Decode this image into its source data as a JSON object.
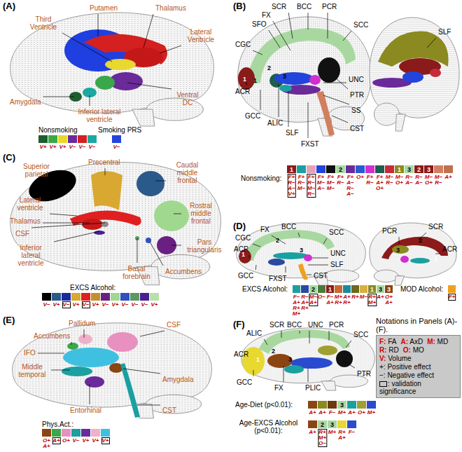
{
  "diagram": {
    "nodes": [
      {
        "text": [
          "Notations in Panels (A)-(F).",
          "F: FA",
          "A: AxD",
          "M: MD",
          "R: RD",
          "O: MO",
          "V: Volume",
          "+: Positive effect",
          "−: Negative effect",
          ": validation significance"
        ]
      }
    ],
    "labels": [
      "(A)",
      "Putamen",
      "Third Ventricle",
      "Thalamus",
      "Lateral Ventricle",
      "Amygdala",
      "Inferior lateral ventricle",
      "Ventral DC",
      "Nonsmoking",
      "Smoking PRS",
      "(B)",
      "SCR",
      "BCC",
      "PCR",
      "FX",
      "SFO",
      "CGC",
      "SCC",
      "ACR",
      "GCC",
      "ALIC",
      "SLF",
      "UNC",
      "PTR",
      "SS",
      "CST",
      "FXST",
      "SLF",
      "1",
      "1",
      "2",
      "3",
      "Nonsmoking:",
      "1",
      "2",
      "1",
      "3",
      "2",
      "3",
      "(C)",
      "Superior parietal",
      "Precentral",
      "Caudal middle frontal",
      "Rostral middle frontal",
      "Pars triangularis",
      "Accumbens",
      "Basal forebrain",
      "Lateral ventricle",
      "Thalamus",
      "CSF",
      "Inferior lateral ventricle",
      "EXCS Alcohol:",
      "(D)",
      "FX",
      "BCC",
      "SCC",
      "CGC",
      "ACR",
      "UNC",
      "SLF",
      "GCC",
      "FXST",
      "CST",
      "SCR",
      "PCR",
      "ACR",
      "1",
      "2",
      "3",
      "3",
      "2",
      "1",
      "EXCS Alcohol:",
      "MOD Alcohol:",
      "2",
      "1",
      "1",
      "3",
      "3",
      "(E)",
      "Pallidum",
      "CSF",
      "Accumbens",
      "IFO",
      "Middle temporal",
      "Entorhinal",
      "Amygdala",
      "CST",
      "Phys.Act.:",
      "(F)",
      "ALIC",
      "SCR",
      "BCC",
      "UNC",
      "PCR",
      "SCC",
      "ACR",
      "GCC",
      "FX",
      "PLIC",
      "PTR",
      "1",
      "2",
      "3",
      "Age-Diet (p<0.01):",
      "Age-EXCS Alcohol (p<0.01):",
      "3",
      "2",
      "3"
    ],
    "legend": [
      {
        "text": "V+",
        "color": "#1d5e2e"
      },
      {
        "text": "V+",
        "color": "#3aa84a"
      },
      {
        "text": "V+",
        "color": "#e8d830"
      },
      {
        "text": "V−",
        "color": "#6a2a9a"
      },
      {
        "text": "V−",
        "color": "#d42020"
      },
      {
        "text": "V−",
        "color": "#1aa8a0"
      },
      {
        "text": "V−",
        "color": "#2244dd"
      },
      {
        "text": "F+ R− A− V+",
        "color": "#8b1a1a"
      },
      {
        "text": "F+ R− M−",
        "color": "#1aa0a0"
      },
      {
        "text": "F+ R− M− R−",
        "color": "#e8a0b8"
      },
      {
        "text": "F+ M− A−",
        "color": "#2244dd"
      },
      {
        "text": "F+ M− M−",
        "color": "#111111"
      },
      {
        "text": "F+ R−",
        "color": "#a8d8a0"
      },
      {
        "text": "F+ A− R− A−",
        "color": "#6a2a9a"
      },
      {
        "text": "O+",
        "color": "#2a5ad0"
      },
      {
        "text": "F+ R−",
        "color": "#d030d0"
      },
      {
        "text": "F+ A+ O+",
        "color": "#1d5e4e"
      },
      {
        "text": "M− R−",
        "color": "#c82a3a"
      },
      {
        "text": "M− O+",
        "color": "#8a8a20"
      },
      {
        "text": "R− A−",
        "color": "#a8d8a0"
      },
      {
        "text": "R− A−",
        "color": "#8b1a1a"
      },
      {
        "text": "M− O+",
        "color": "#8b1a1a"
      },
      {
        "text": "M− R−",
        "color": "#d08060"
      },
      {
        "text": "A+",
        "color": "#c07050"
      },
      {
        "text": "V−",
        "color": "#000000"
      },
      {
        "text": "V+",
        "color": "#2a5a8a"
      },
      {
        "text": "V−",
        "color": "#1a2a9a"
      },
      {
        "text": "V+",
        "color": "#d8a830"
      },
      {
        "text": "V−",
        "color": "#e02020"
      },
      {
        "text": "V+",
        "color": "#c09030"
      },
      {
        "text": "V−",
        "color": "#6a2080"
      },
      {
        "text": "V+",
        "color": "#a0d890"
      },
      {
        "text": "V−",
        "color": "#3050c0"
      },
      {
        "text": "V−",
        "color": "#5a9a60"
      },
      {
        "text": "V−",
        "color": "#4a2090"
      },
      {
        "text": "V+",
        "color": "#b8e0a8"
      },
      {
        "text": "F− A+ R+ M+",
        "color": "#1aa0a0"
      },
      {
        "text": "R− A+ R+",
        "color": "#2a4aa0"
      },
      {
        "text": "M− A+",
        "color": "#a8d8a0"
      },
      {
        "text": "O−",
        "color": "#4a7a3a"
      },
      {
        "text": "F− A+",
        "color": "#8b1a1a"
      },
      {
        "text": "M+ R+",
        "color": "#c86a30"
      },
      {
        "text": "A+ R+",
        "color": "#1a8a9a"
      },
      {
        "text": "R+",
        "color": "#6a6a20"
      },
      {
        "text": "M−",
        "color": "#d8b040"
      },
      {
        "text": "R+ M+",
        "color": "#8a8a20"
      },
      {
        "text": "A+",
        "color": "#a8d8a0"
      },
      {
        "text": "O+ A+",
        "color": "#8b4513"
      },
      {
        "text": "F+",
        "color": "#f0a020"
      },
      {
        "text": "O+ A+",
        "color": "#8b4513"
      },
      {
        "text": "A+",
        "color": "#3aa84a"
      },
      {
        "text": "O+",
        "color": "#e890c0"
      },
      {
        "text": "V−",
        "color": "#1aa0a0"
      },
      {
        "text": "V+",
        "color": "#6a2a9a"
      },
      {
        "text": "V+",
        "color": "#f0b0c8"
      },
      {
        "text": "V+",
        "color": "#40c0e0"
      },
      {
        "text": "A+",
        "color": "#8b4513"
      },
      {
        "text": "A+",
        "color": "#8a8a20"
      },
      {
        "text": "F−",
        "color": "#6a3a10"
      },
      {
        "text": "M+",
        "color": "#a8d8a0"
      },
      {
        "text": "A+",
        "color": "#1aa0a0"
      },
      {
        "text": "O+",
        "color": "#a0a030"
      },
      {
        "text": "M+",
        "color": "#2a4ad0"
      },
      {
        "text": "A+",
        "color": "#8b4513"
      },
      {
        "text": "R+ M+ O−",
        "color": "#a8d8a0"
      },
      {
        "text": "M+",
        "color": "#a8d8a0"
      },
      {
        "text": "R+ A+",
        "color": "#e8d830"
      },
      {
        "text": "F−",
        "color": "#2a4ad0"
      }
    ]
  }
}
